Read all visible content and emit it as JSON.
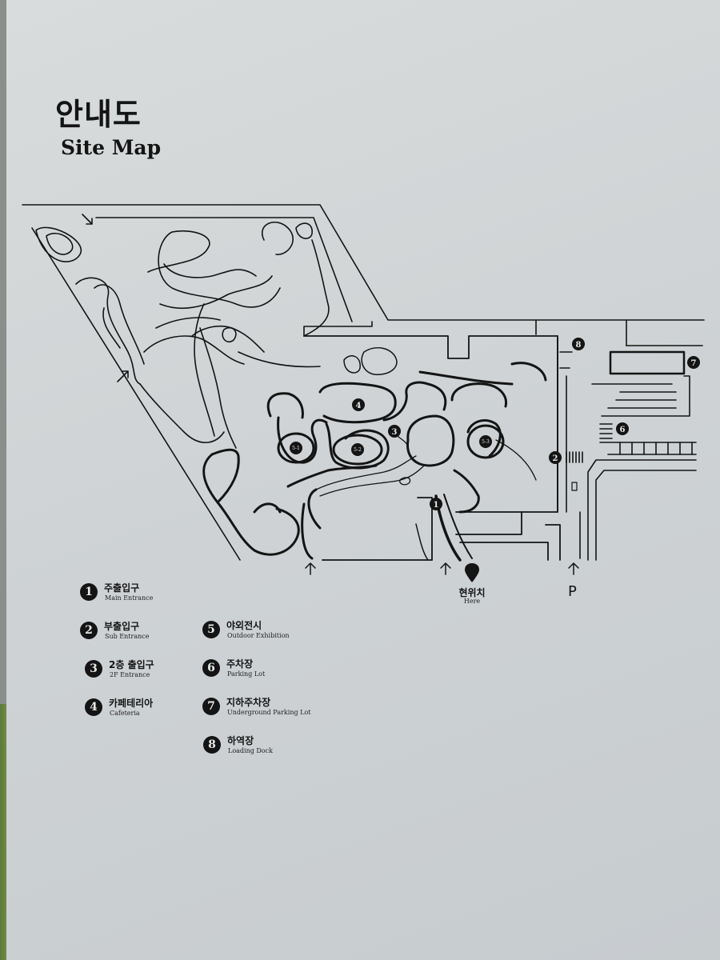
{
  "sign": {
    "title_ko": "안내도",
    "title_en": "Site Map"
  },
  "map": {
    "here_label_ko": "현위치",
    "here_label_en": "Here",
    "parking_symbol": "P",
    "outdoor_sub_labels": [
      "5-1",
      "5-2",
      "5-3"
    ],
    "markers": [
      "1",
      "2",
      "3",
      "4",
      "6",
      "7",
      "8"
    ]
  },
  "legend": {
    "items": [
      {
        "num": "1",
        "ko": "주출입구",
        "en": "Main Entrance"
      },
      {
        "num": "2",
        "ko": "부출입구",
        "en": "Sub Entrance"
      },
      {
        "num": "3",
        "ko": "2층 출입구",
        "en": "2F Entrance"
      },
      {
        "num": "4",
        "ko": "카페테리아",
        "en": "Cafeteria"
      },
      {
        "num": "5",
        "ko": "야외전시",
        "en": "Outdoor Exhibition"
      },
      {
        "num": "6",
        "ko": "주차장",
        "en": "Parking Lot"
      },
      {
        "num": "7",
        "ko": "지하주차장",
        "en": "Underground Parking Lot"
      },
      {
        "num": "8",
        "ko": "하역장",
        "en": "Loading Dock"
      }
    ]
  },
  "colors": {
    "ink": "#141414",
    "panel": "#d3d7d8"
  }
}
